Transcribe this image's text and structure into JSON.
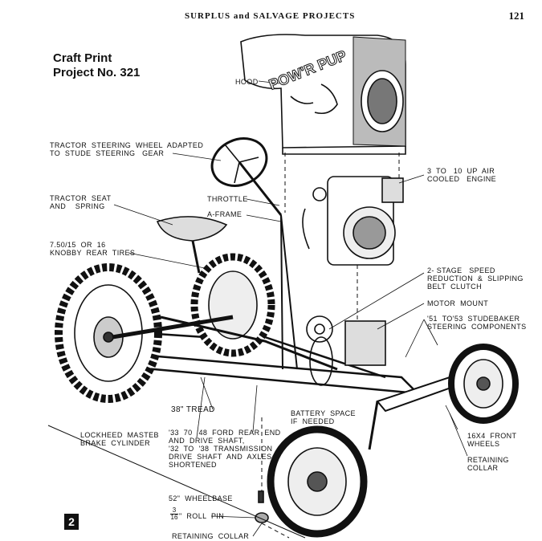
{
  "page": {
    "running_head": "SURPLUS and SALVAGE PROJECTS",
    "page_number": "121",
    "craft_print_line1": "Craft Print",
    "craft_print_line2": "Project No. 321",
    "figure_number": "2"
  },
  "hood_lettering": "POW'R PUP",
  "labels": {
    "hood": "HOOD",
    "steering_wheel": "TRACTOR  STEERING  WHEEL  ADAPTED\nTO  STUDE  STEERING   GEAR",
    "engine": "3  TO   10  UP  AIR\nCOOLED   ENGINE",
    "tractor_seat": "TRACTOR  SEAT\nAND    SPRING",
    "throttle": "THROTTLE",
    "a_frame": "A-FRAME",
    "rear_tires": "7.50/15  OR  16\nKNOBBY  REAR  TIRES",
    "speed_reduction": "2- STAGE   SPEED\nREDUCTION  &  SLIPPING\nBELT  CLUTCH",
    "motor_mount": "MOTOR  MOUNT",
    "studebaker": "'51  TO'53  STUDEBAKER\nSTEERING  COMPONENTS",
    "tread": "38\" TREAD",
    "battery_space": "BATTERY  SPACE\nIF  NEEDED",
    "brake_cylinder": "LOCKHEED  MASTEB\nBRAKE  CYLINDER",
    "ford_rear_end": "'33  70  '48  FORD  REAR  END\nAND  DRIVE  SHAFT,\n'32  TO  '38  TRANSMISSION\nDRIVE  SHAFT  AND  AXLES\nSHORTENED",
    "front_wheels": "16X4  FRONT\nWHEELS",
    "retaining_collar_right": "RETAINING\nCOLLAR",
    "wheelbase": "52\"  WHEELBASE",
    "roll_pin_frac_num": "3",
    "roll_pin_frac_den": "16",
    "roll_pin": "\"  ROLL  PIN",
    "retaining_collar_bottom": "RETAINING  COLLAR"
  }
}
